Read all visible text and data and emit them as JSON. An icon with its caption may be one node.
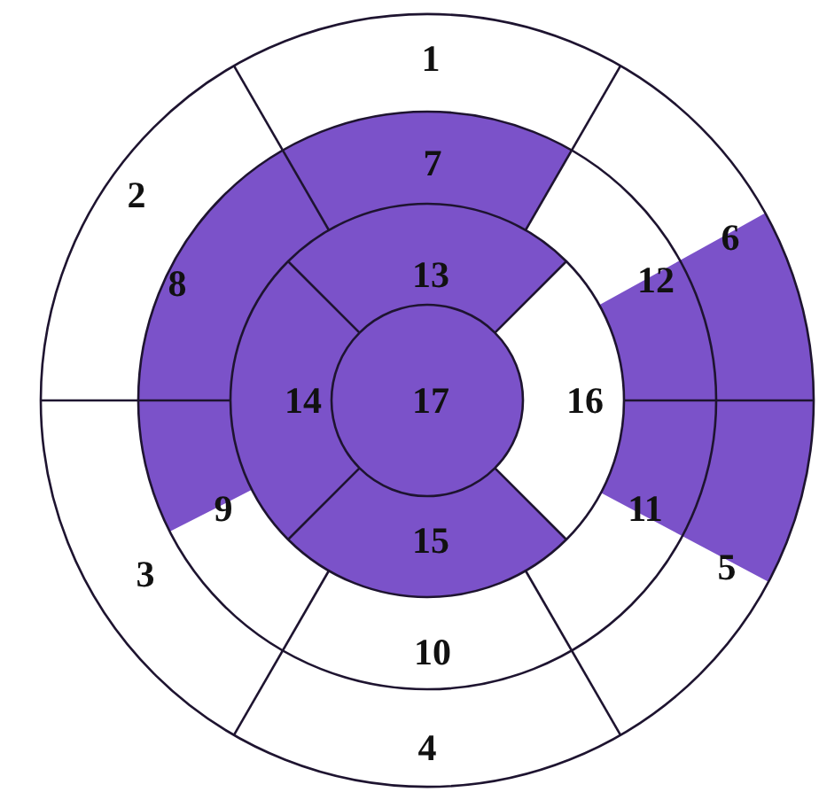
{
  "diagram": {
    "nodes": [
      {
        "text": [
          "1"
        ]
      },
      {
        "text": [
          "2"
        ]
      },
      {
        "text": [
          "3"
        ]
      },
      {
        "text": [
          "4"
        ]
      },
      {
        "text": [
          "5"
        ]
      },
      {
        "text": [
          "6"
        ]
      },
      {
        "text": [
          "7"
        ]
      },
      {
        "text": [
          "8"
        ]
      },
      {
        "text": [
          "9"
        ]
      },
      {
        "text": [
          "10"
        ]
      },
      {
        "text": [
          "11"
        ]
      },
      {
        "text": [
          "12"
        ]
      },
      {
        "text": [
          "13"
        ]
      },
      {
        "text": [
          "14"
        ]
      },
      {
        "text": [
          "15"
        ]
      },
      {
        "text": [
          "16"
        ]
      },
      {
        "text": [
          "17"
        ]
      }
    ]
  }
}
